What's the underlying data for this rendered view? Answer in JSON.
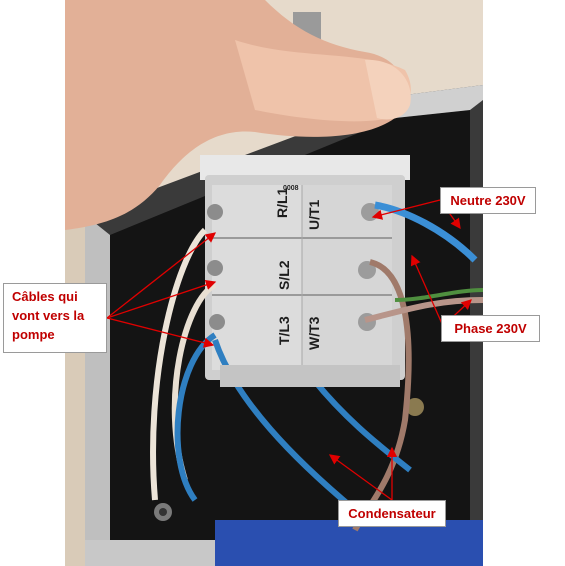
{
  "annotations": {
    "cables_lines": [
      "Câbles qui",
      "vont vers la",
      "pompe"
    ],
    "neutre": "Neutre 230V",
    "phase": "Phase 230V",
    "condensateur": "Condensateur"
  },
  "switch_labels": {
    "r_l1": "R/L1",
    "u_t1": "U/T1",
    "s_l2": "S/L2",
    "t_l3": "T/L3",
    "w_t3": "W/T3",
    "code": "0008"
  },
  "colors": {
    "callout_text": "#c00000",
    "arrow": "#e00000",
    "wire_blue": "#2f7fc1",
    "wire_brown": "#a07a6a",
    "wire_white": "#ece4d8",
    "enclosure": "#1a1a1a"
  }
}
